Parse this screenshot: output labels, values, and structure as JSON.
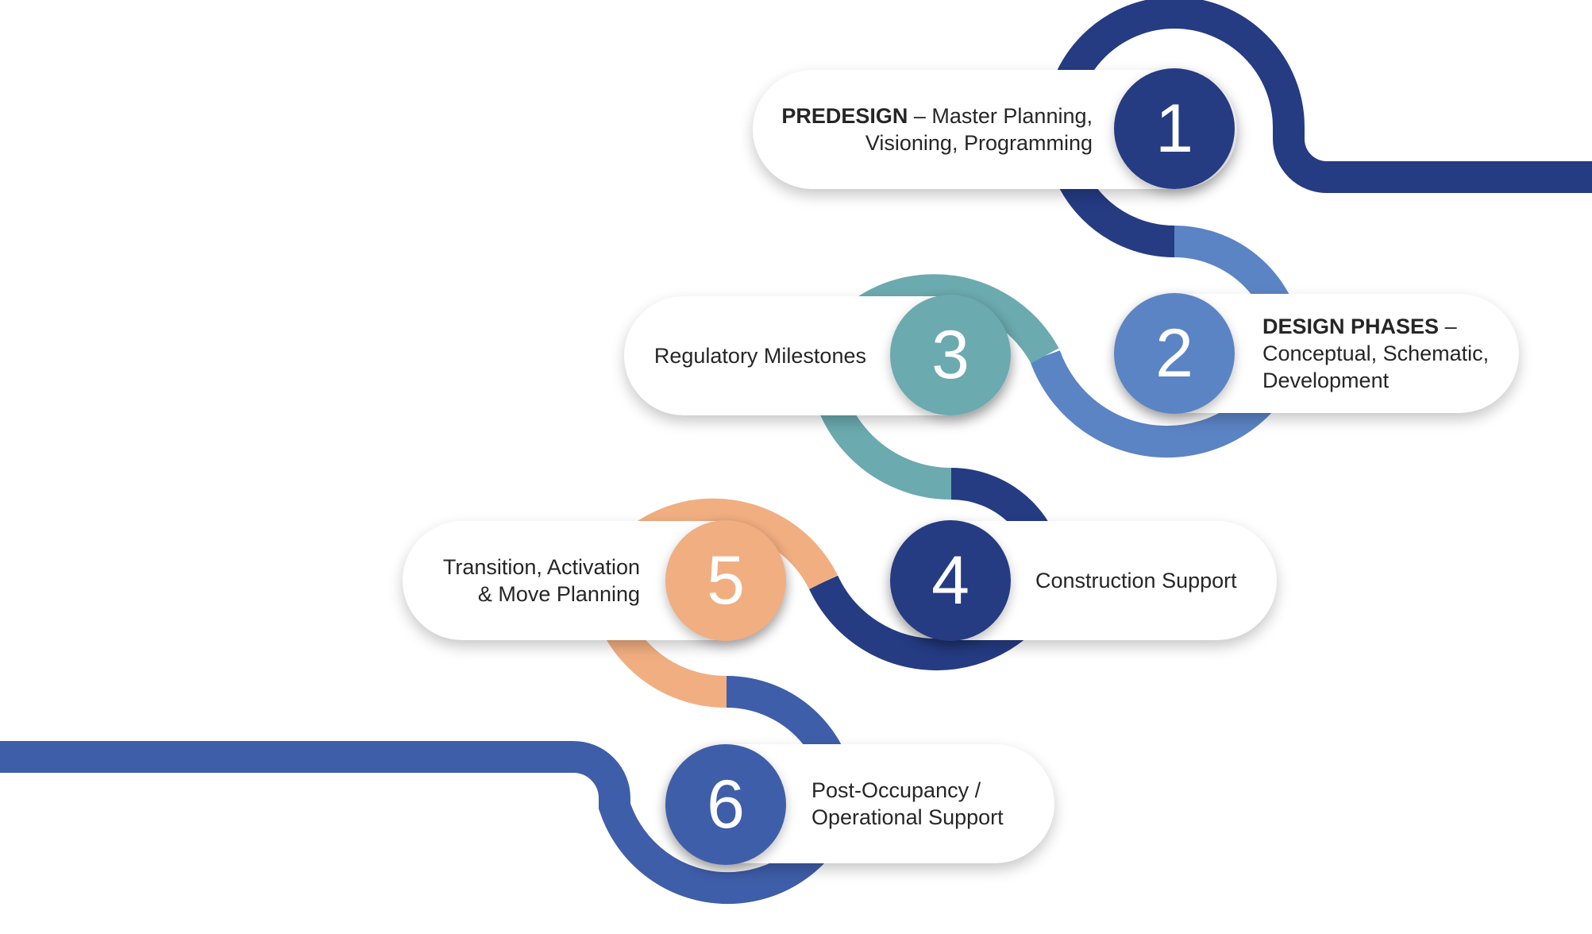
{
  "colors": {
    "navy": "#253C83",
    "mid_blue": "#3F5EAA",
    "light_blue": "#5B84C5",
    "teal": "#6BAAAE",
    "peach": "#F1AE81"
  },
  "steps": [
    {
      "number": "1",
      "title": "PREDESIGN",
      "text_line1": " – Master Planning,",
      "text_line2": "Visioning, Programming"
    },
    {
      "number": "2",
      "title": "DESIGN PHASES",
      "text_line1": " –",
      "text_line2": "Conceptual, Schematic,",
      "text_line3": "Development"
    },
    {
      "number": "3",
      "text_line1": "Regulatory Milestones"
    },
    {
      "number": "4",
      "text_line1": "Construction Support"
    },
    {
      "number": "5",
      "text_line1": "Transition, Activation",
      "text_line2": "& Move Planning"
    },
    {
      "number": "6",
      "text_line1": "Post-Occupancy /",
      "text_line2": "Operational Support"
    }
  ]
}
